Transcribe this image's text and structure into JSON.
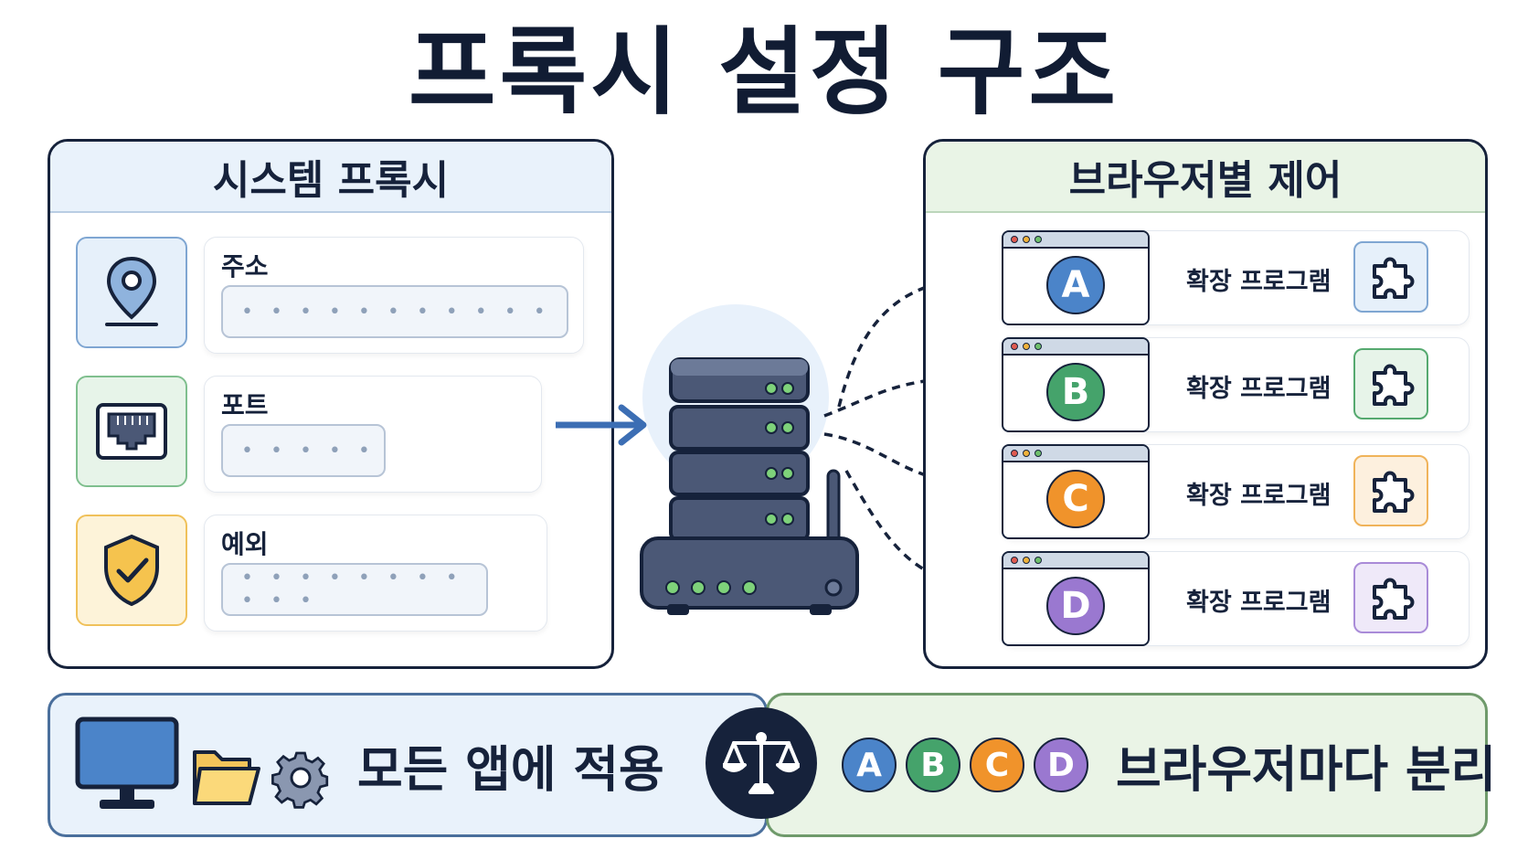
{
  "title": "프록시 설정 구조",
  "system_proxy": {
    "heading": "시스템 프록시",
    "fields": [
      {
        "label": "주소",
        "value": "• • • • • • • • • • •",
        "icon": "location-pin-icon",
        "color": "#e6f0fa"
      },
      {
        "label": "포트",
        "value": "• • • • •",
        "icon": "ethernet-port-icon",
        "color": "#e7f4e9"
      },
      {
        "label": "예외",
        "value": "• • • • • • • • • • •",
        "icon": "shield-check-icon",
        "color": "#fdf3d9"
      }
    ]
  },
  "browser_control": {
    "heading": "브라우저별 제어",
    "browsers": [
      {
        "letter": "A",
        "extension_label": "확장 프로그램",
        "color": "#4b84c9",
        "tint": "#e6f0fa",
        "border": "#4b84c9"
      },
      {
        "letter": "B",
        "extension_label": "확장 프로그램",
        "color": "#45a36b",
        "tint": "#e7f4e9",
        "border": "#55a96f"
      },
      {
        "letter": "C",
        "extension_label": "확장 프로그램",
        "color": "#f0932b",
        "tint": "#fdf0de",
        "border": "#f0b35a"
      },
      {
        "letter": "D",
        "extension_label": "확장 프로그램",
        "color": "#9a78d0",
        "tint": "#efe9f9",
        "border": "#a98bd8"
      }
    ]
  },
  "bottom": {
    "left_text": "모든 앱에 적용",
    "right_text": "브라우저마다 분리",
    "letters": [
      "A",
      "B",
      "C",
      "D"
    ]
  },
  "colors": {
    "navy": "#16223b",
    "arrow_blue": "#3c6eb4",
    "server": "#4b5876"
  }
}
